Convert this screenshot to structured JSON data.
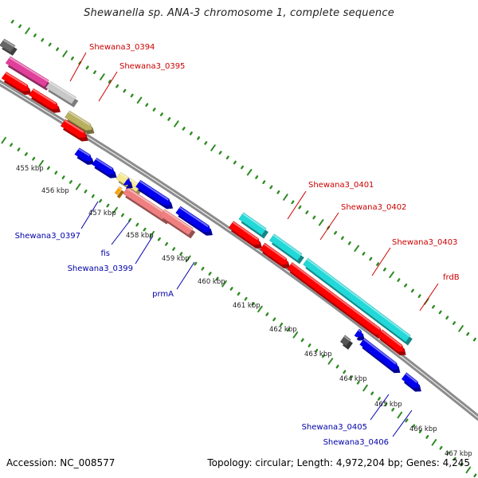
{
  "title": "Shewanella sp. ANA-3 chromosome 1, complete sequence",
  "footer": {
    "accession": "Accession: NC_008577",
    "summary": "Topology: circular; Length: 4,972,204 bp; Genes: 4,245"
  },
  "colors": {
    "backbone": "#8c8c8c",
    "tick": "#2e8b22",
    "label_red": "#cc0000",
    "label_blue": "#0000aa",
    "ruler_text": "#222222"
  },
  "ruler": [
    {
      "label": "455 kbp"
    },
    {
      "label": "456 kbp"
    },
    {
      "label": "457 kbp"
    },
    {
      "label": "458 kbp"
    },
    {
      "label": "459 kbp"
    },
    {
      "label": "460 kbp"
    },
    {
      "label": "461 kbp"
    },
    {
      "label": "462 kbp"
    },
    {
      "label": "463 kbp"
    },
    {
      "label": "464 kbp"
    },
    {
      "label": "465 kbp"
    },
    {
      "label": "466 kbp"
    },
    {
      "label": "467 kbp"
    }
  ],
  "gene_labels": [
    {
      "text": "Shewana3_0394",
      "color": "red"
    },
    {
      "text": "Shewana3_0395",
      "color": "red"
    },
    {
      "text": "Shewana3_0401",
      "color": "red"
    },
    {
      "text": "Shewana3_0402",
      "color": "red"
    },
    {
      "text": "Shewana3_0403",
      "color": "red"
    },
    {
      "text": "frdB",
      "color": "red"
    },
    {
      "text": "Shewana3_0397",
      "color": "blue"
    },
    {
      "text": "fis",
      "color": "blue"
    },
    {
      "text": "Shewana3_0399",
      "color": "blue"
    },
    {
      "text": "prmA",
      "color": "blue"
    },
    {
      "text": "Shewana3_0405",
      "color": "blue"
    },
    {
      "text": "Shewana3_0406",
      "color": "blue"
    }
  ]
}
